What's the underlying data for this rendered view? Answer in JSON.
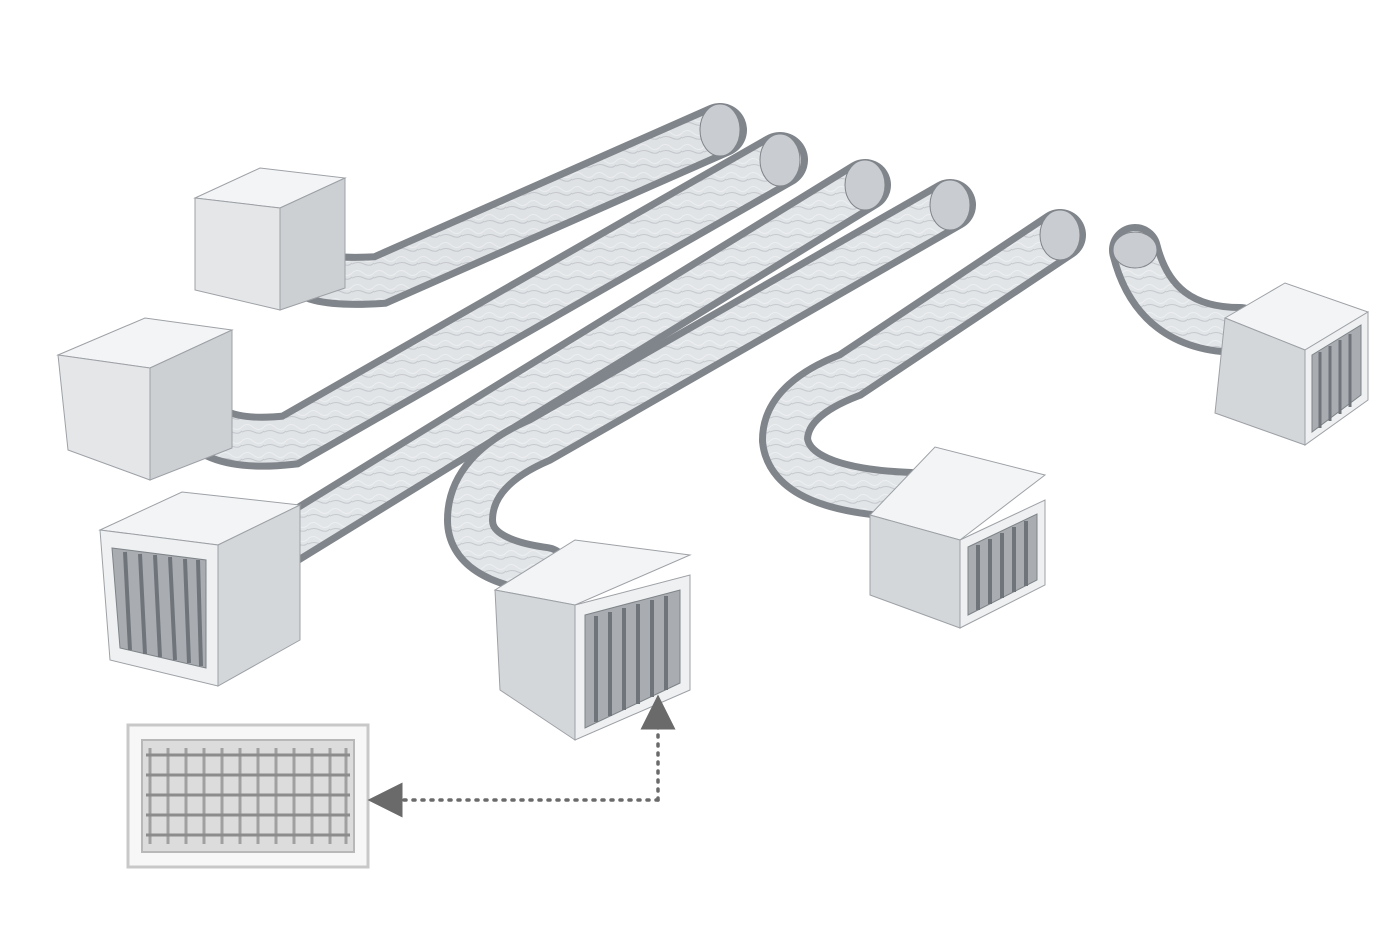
{
  "scene": {
    "background": "#ffffff",
    "colors": {
      "duct_light": "#eef0f2",
      "duct_mid": "#b9bdc2",
      "duct_dark": "#7f848a",
      "box_face": "#e4e6e8",
      "box_side": "#cdd0d3",
      "box_top": "#f2f3f4",
      "louver": "#8a8e93",
      "arrow": "#6a6a6a"
    },
    "products": [
      {
        "name": "box-plain-back-left"
      },
      {
        "name": "box-plain-middle-left"
      },
      {
        "name": "grille-straight-front"
      },
      {
        "name": "grille-bent-center"
      },
      {
        "name": "grille-bent-right"
      },
      {
        "name": "grille-elbow-far-right"
      }
    ],
    "inset": {
      "name": "double-deflection-grille-detail"
    },
    "callout": {
      "style": "dotted",
      "direction": "to-inset"
    }
  }
}
